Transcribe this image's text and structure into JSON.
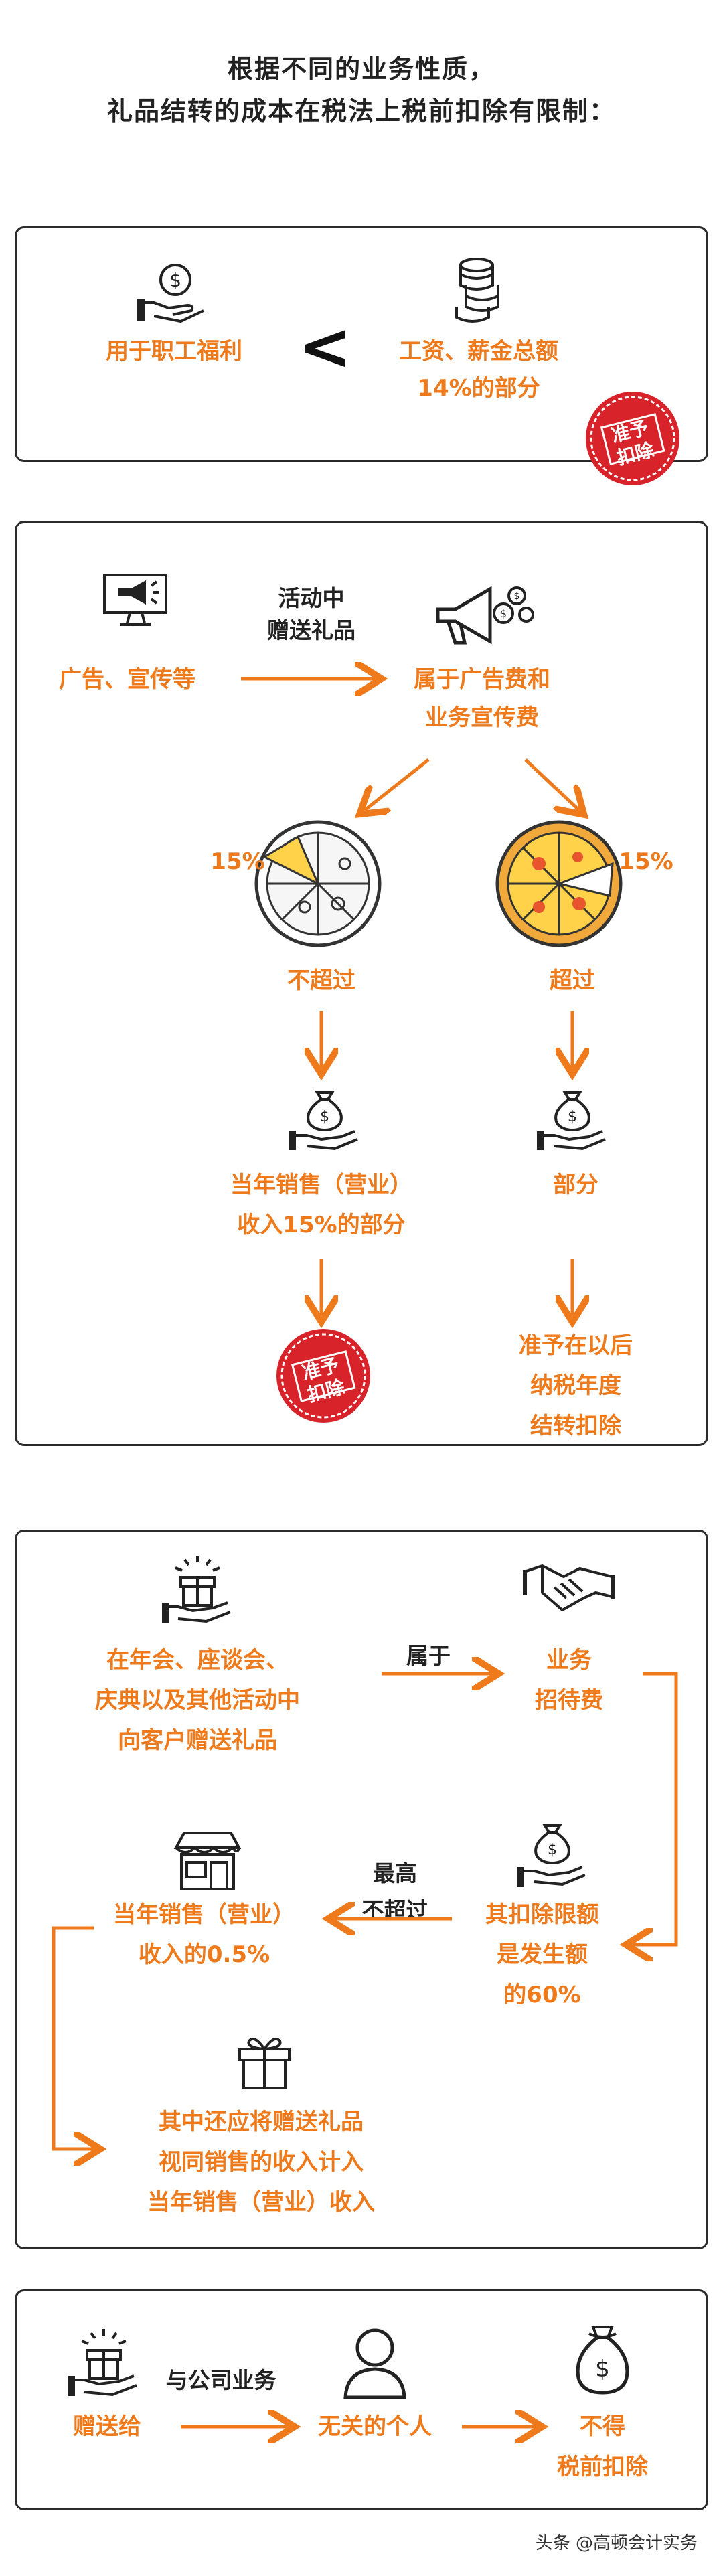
{
  "header": {
    "line1": "根据不同的业务性质，",
    "line2": "礼品结转的成本在税法上税前扣除有限制："
  },
  "colors": {
    "accent": "#ee7a1c",
    "stamp": "#d8232a",
    "ink": "#222222"
  },
  "section1": {
    "left_label": "用于职工福利",
    "symbol": "<",
    "right_line1": "工资、薪金总额",
    "right_line2": "14%的部分",
    "stamp_line1": "准予",
    "stamp_line2": "扣除",
    "left_icon": "hand-coin-icon",
    "right_icon": "coin-stack-icon"
  },
  "section2": {
    "left_label": "广告、宣传等",
    "arrow_line1": "活动中",
    "arrow_line2": "赠送礼品",
    "right_line1": "属于广告费和",
    "right_line2": "业务宣传费",
    "pct_left": "15%",
    "pct_right": "15%",
    "left_branch": "不超过",
    "right_branch": "超过",
    "left_result_line1": "当年销售（营业）",
    "left_result_line2": "收入15%的部分",
    "right_result": "部分",
    "right_final_line1": "准予在以后",
    "right_final_line2": "纳税年度",
    "right_final_line3": "结转扣除",
    "stamp_line1": "准予",
    "stamp_line2": "扣除"
  },
  "section3": {
    "left_line1": "在年会、座谈会、",
    "left_line2": "庆典以及其他活动中",
    "left_line3": "向客户赠送礼品",
    "arrow_label": "属于",
    "right_line1": "业务",
    "right_line2": "招待费",
    "limit_line1": "其扣除限额",
    "limit_line2": "是发生额",
    "limit_line3": "的60%",
    "mid_line1": "最高",
    "mid_line2": "不超过",
    "income_line1": "当年销售（营业）",
    "income_line2": "收入的0.5%",
    "note_line1": "其中还应将赠送礼品",
    "note_line2": "视同销售的收入计入",
    "note_line3": "当年销售（营业）收入"
  },
  "section4": {
    "left_label": "赠送给",
    "arrow_label": "与公司业务",
    "mid_label": "无关的个人",
    "right_line1": "不得",
    "right_line2": "税前扣除"
  },
  "footer": {
    "text": "头条 @高顿会计实务"
  }
}
